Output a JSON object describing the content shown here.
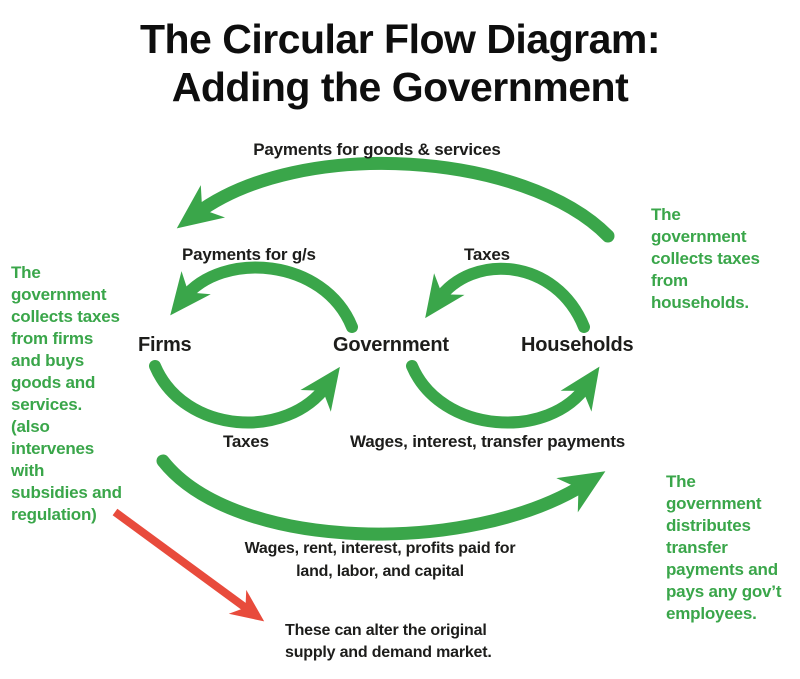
{
  "title": "The Circular Flow Diagram:\nAdding the Government",
  "colors": {
    "green": "#3aa64a",
    "red": "#e84b3c",
    "ink": "#1d1d1b"
  },
  "nodes": {
    "firms": "Firms",
    "government": "Government",
    "households": "Households"
  },
  "flows": {
    "households_to_firms_top": "Payments for goods & services",
    "government_to_firms": "Payments for g/s",
    "households_to_government": "Taxes",
    "firms_to_government": "Taxes",
    "government_to_households": "Wages, interest, transfer payments",
    "firms_to_households_bottom": "Wages, rent, interest, profits paid for\nland, labor, and capital"
  },
  "annotations": {
    "left": "The\ngovernment\ncollects taxes\nfrom firms\nand buys\ngoods and\nservices.\n(also\nintervenes\nwith\nsubsidies and\nregulation)",
    "right_top": "The\ngovernment\ncollects taxes\nfrom\nhouseholds.",
    "right_bottom": "The\ngovernment\ndistributes\ntransfer\npayments and\npays any gov’t\nemployees.",
    "red_note": "These can alter the original\nsupply and demand market."
  }
}
